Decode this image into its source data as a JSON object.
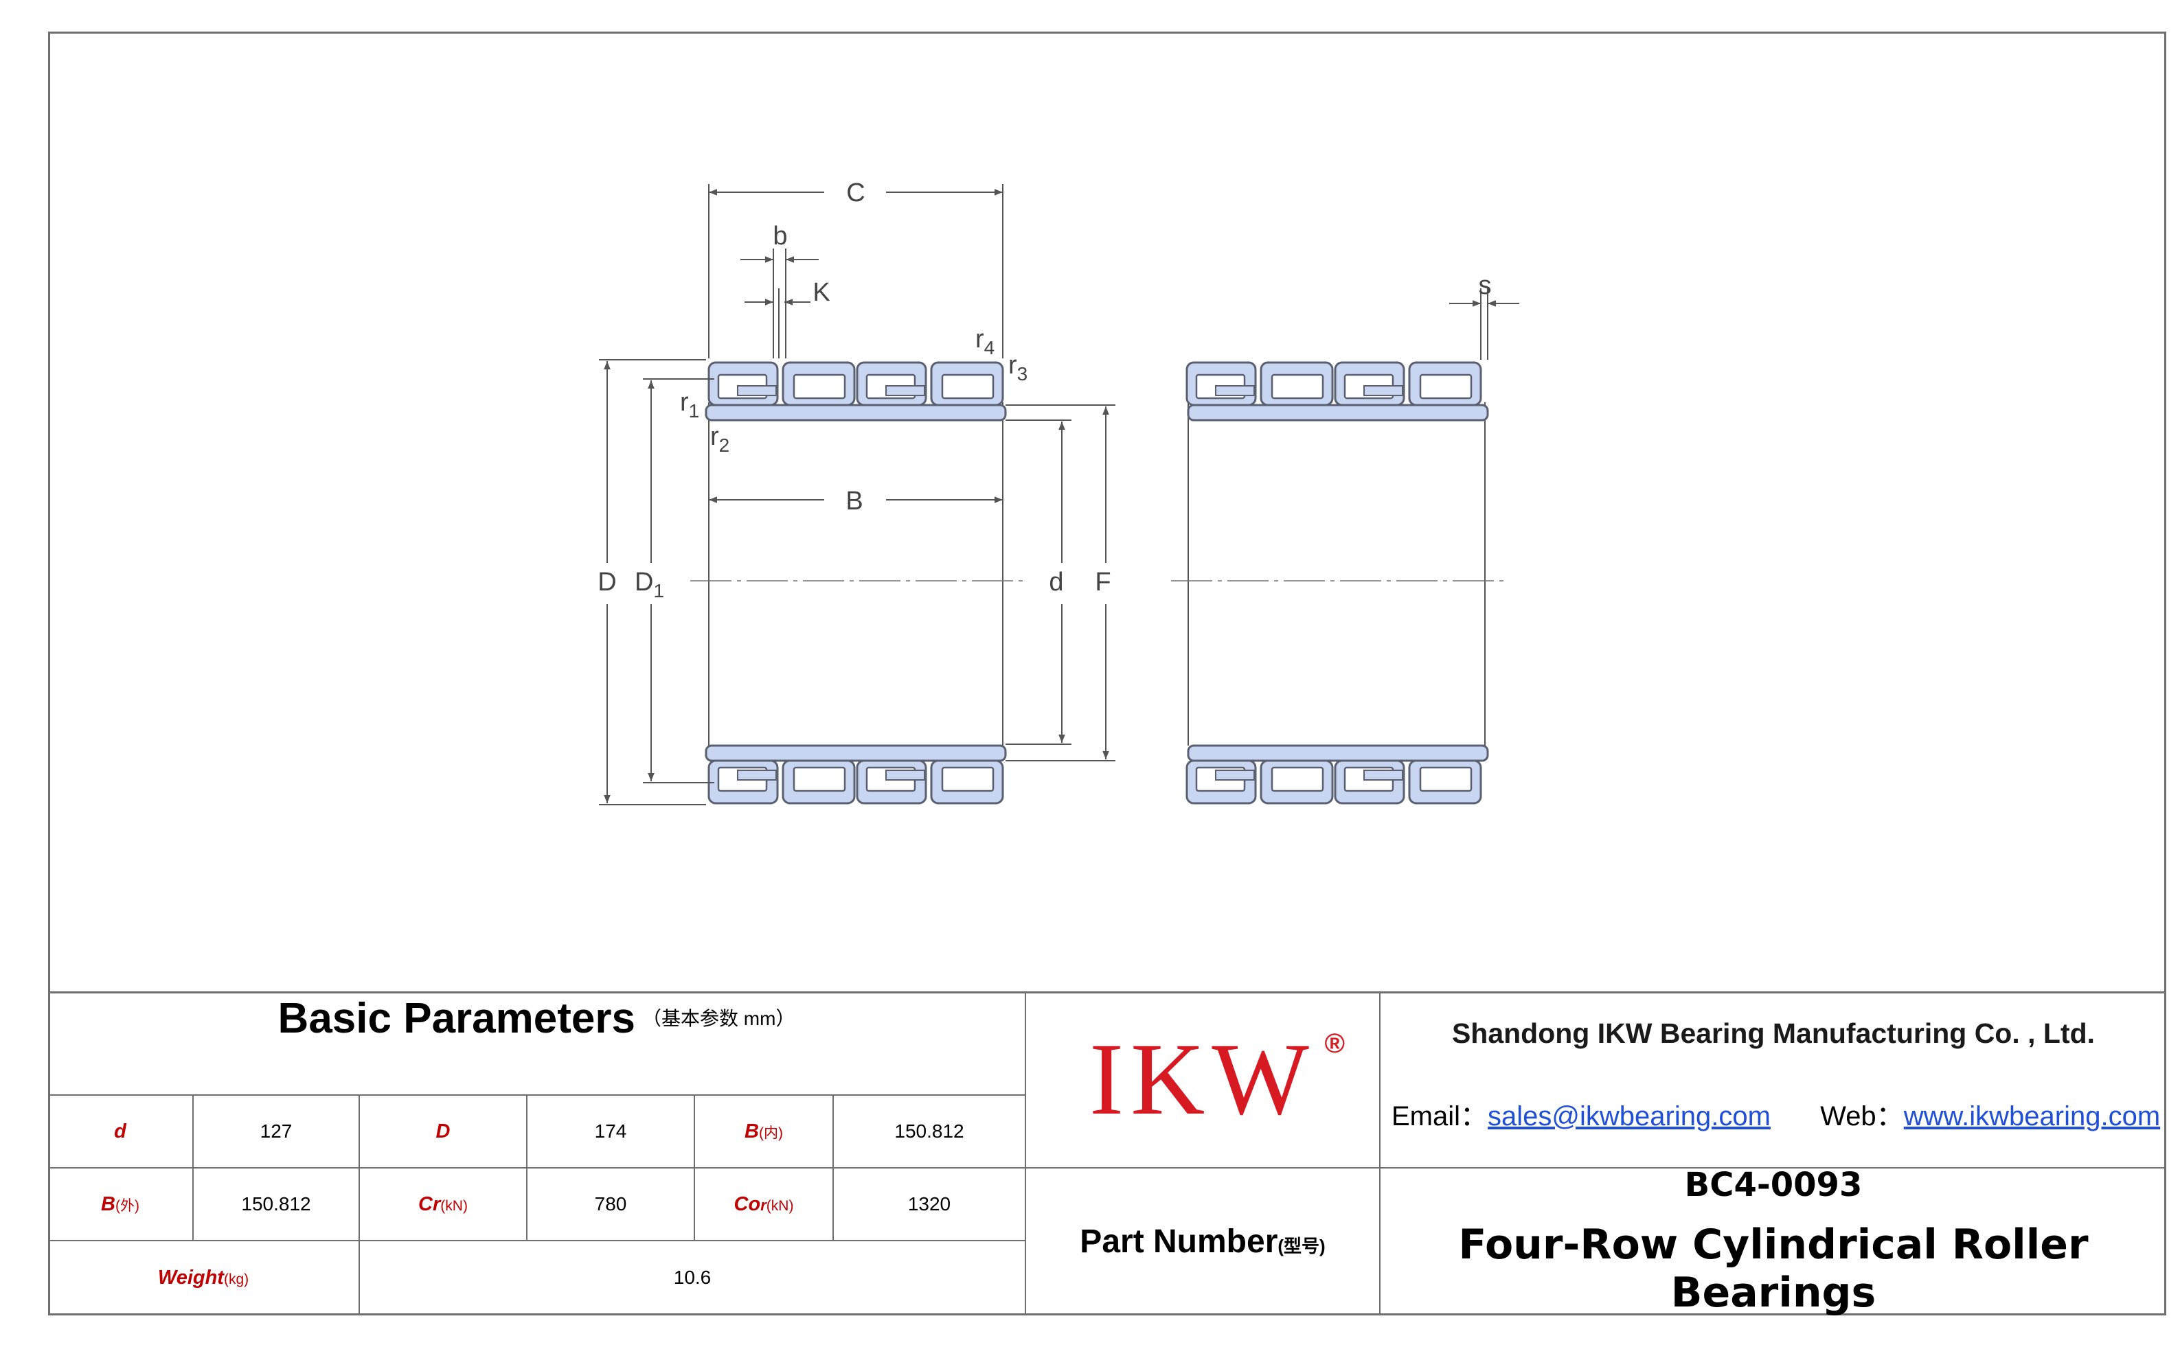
{
  "drawing": {
    "dimension_labels": {
      "C": "C",
      "b": "b",
      "K": "K",
      "s": "s",
      "r1": "r",
      "r1_sub": "1",
      "r2": "r",
      "r2_sub": "2",
      "r3": "r",
      "r3_sub": "3",
      "r4": "r",
      "r4_sub": "4",
      "B": "B",
      "D": "D",
      "D1": "D",
      "D1_sub": "1",
      "d": "d",
      "F": "F"
    },
    "colors": {
      "line": "#555555",
      "part_fill": "#c8d6f2",
      "part_stroke": "#5a6070"
    }
  },
  "basic_parameters": {
    "title": "Basic Parameters",
    "subtitle": "（基本参数 mm）",
    "rows": [
      [
        {
          "label": "d",
          "unit": "",
          "value": "127"
        },
        {
          "label": "D",
          "unit": "",
          "value": "174"
        },
        {
          "label": "B",
          "unit": "(内)",
          "value": "150.812"
        }
      ],
      [
        {
          "label": "B",
          "unit": "(外)",
          "value": "150.812"
        },
        {
          "label": "Cr",
          "unit": "(kN)",
          "value": "780"
        },
        {
          "label": "Co",
          "label_sub": "r",
          "unit": "(kN)",
          "value": "1320"
        }
      ]
    ],
    "weight": {
      "label": "Weight",
      "unit": "(kg)",
      "value": "10.6"
    }
  },
  "logo": {
    "text": "IKW",
    "registered": "®",
    "color": "#d71921"
  },
  "company": {
    "name": "Shandong IKW Bearing Manufacturing Co. , Ltd.",
    "email_label": "Email：",
    "email": "sales@ikwbearing.com",
    "web_label": "Web：",
    "web": "www.ikwbearing.com"
  },
  "part": {
    "label": "Part Number",
    "label_sub": "(型号)",
    "number": "BC4-0093",
    "type": "Four-Row Cylindrical Roller Bearings"
  }
}
